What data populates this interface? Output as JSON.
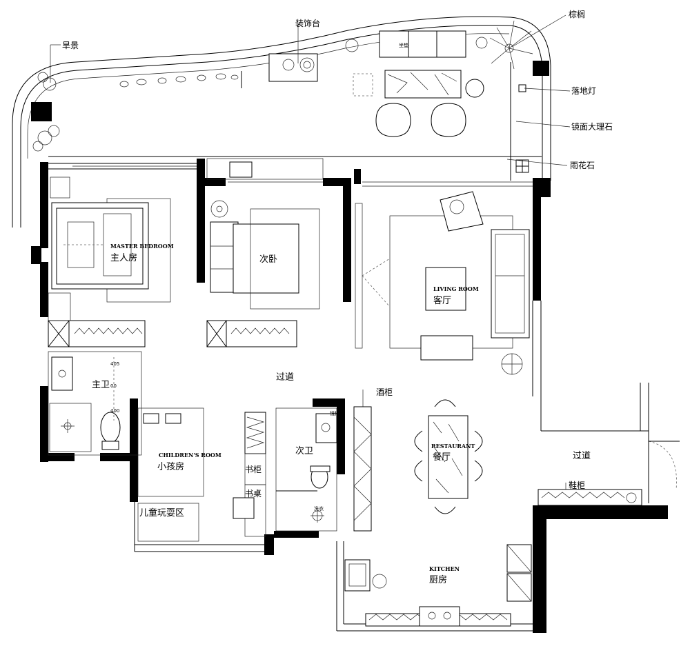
{
  "rooms": {
    "master_bedroom": {
      "en": "MASTER BEDROOM",
      "cn": "主人房"
    },
    "second_bedroom": {
      "cn": "次卧"
    },
    "living_room": {
      "en": "LIVING ROOM",
      "cn": "客厅"
    },
    "childrens_room": {
      "en": "CHILDREN'S ROOM",
      "cn": "小孩房"
    },
    "restaurant": {
      "en": "RESTAURANT",
      "cn": "餐厅"
    },
    "kitchen": {
      "en": "KITCHEN",
      "cn": "厨房"
    },
    "master_bath": {
      "cn": "主卫"
    },
    "second_bath": {
      "cn": "次卫"
    },
    "corridor_main": {
      "cn": "过道"
    },
    "corridor_entry": {
      "cn": "过道"
    },
    "kids_play": {
      "cn": "儿童玩耍区"
    }
  },
  "callouts": {
    "dry_landscape": "旱景",
    "decor_stand": "装饰台",
    "palm": "棕榈",
    "floor_lamp": "落地灯",
    "polished_marble": "镜面大理石",
    "rain_granite": "雨花石",
    "wine_cabinet": "酒柜",
    "shoe_cabinet": "鞋柜",
    "bookcase": "书柜",
    "desk": "书桌",
    "washer": "洗衣",
    "sofa_small": "坐垫",
    "small_cab": "镜柜",
    "dims": [
      "405",
      "00",
      "400"
    ]
  }
}
